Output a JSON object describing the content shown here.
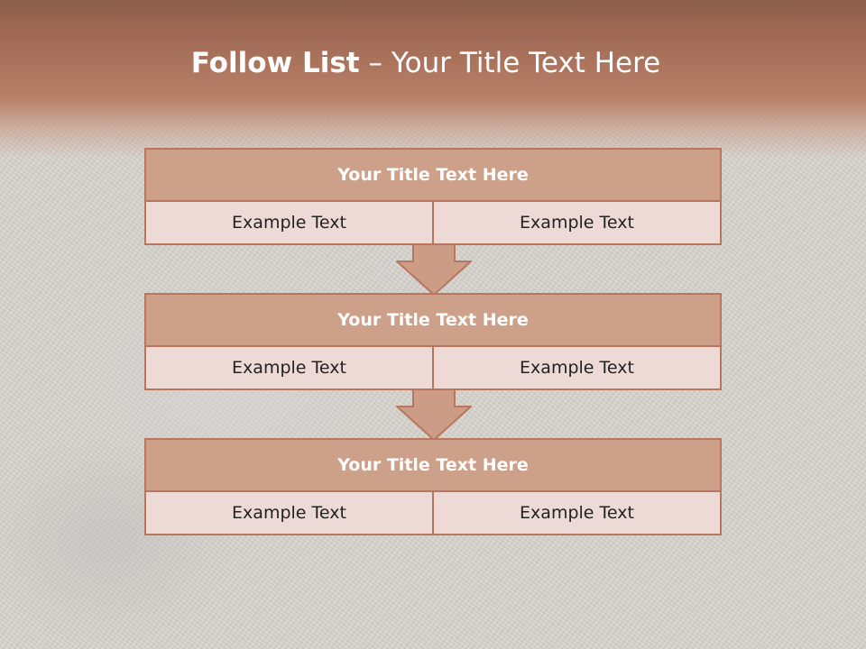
{
  "slide": {
    "title_bold": "Follow List",
    "title_rest": " – Your Title Text Here",
    "colors": {
      "accent": "#b8765d",
      "title_fill": "#cda08a",
      "cell_fill": "#eddad6",
      "arrow_fill": "#cc9c86"
    },
    "steps": [
      {
        "title": "Your Title Text Here",
        "left": "Example Text",
        "right": "Example Text"
      },
      {
        "title": "Your Title Text Here",
        "left": "Example Text",
        "right": "Example Text"
      },
      {
        "title": "Your Title Text Here",
        "left": "Example Text",
        "right": "Example Text"
      }
    ]
  }
}
